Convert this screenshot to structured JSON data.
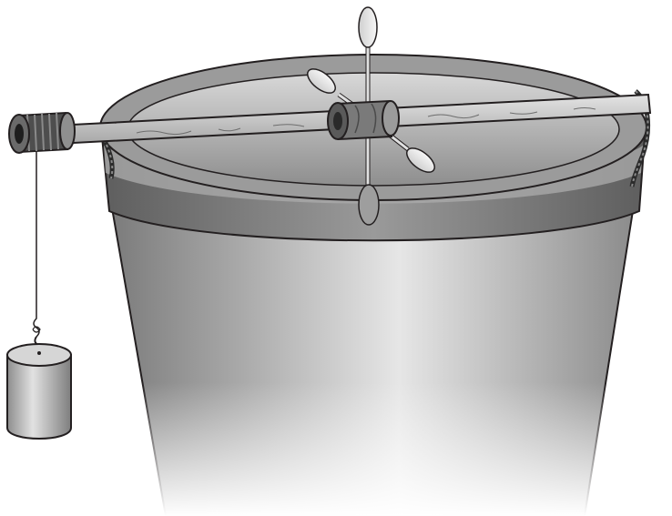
{
  "figure": {
    "components": [
      "bucket",
      "bucket-water",
      "axle-rod",
      "paddle-hub",
      "paddle-spoons",
      "string-spool",
      "string",
      "hanging-weight",
      "rod-tie-left",
      "rod-tie-right"
    ]
  },
  "colors": {
    "background": "#ffffff",
    "outline": "#231f20",
    "bucket_dark": "#8c8c8c",
    "bucket_light": "#f2f2f2",
    "rim_band": "#777777",
    "water_top": "#b8b8b8",
    "rod": "#c9c9c9",
    "spool": "#5a5a5a",
    "weight": "#bdbdbd"
  }
}
